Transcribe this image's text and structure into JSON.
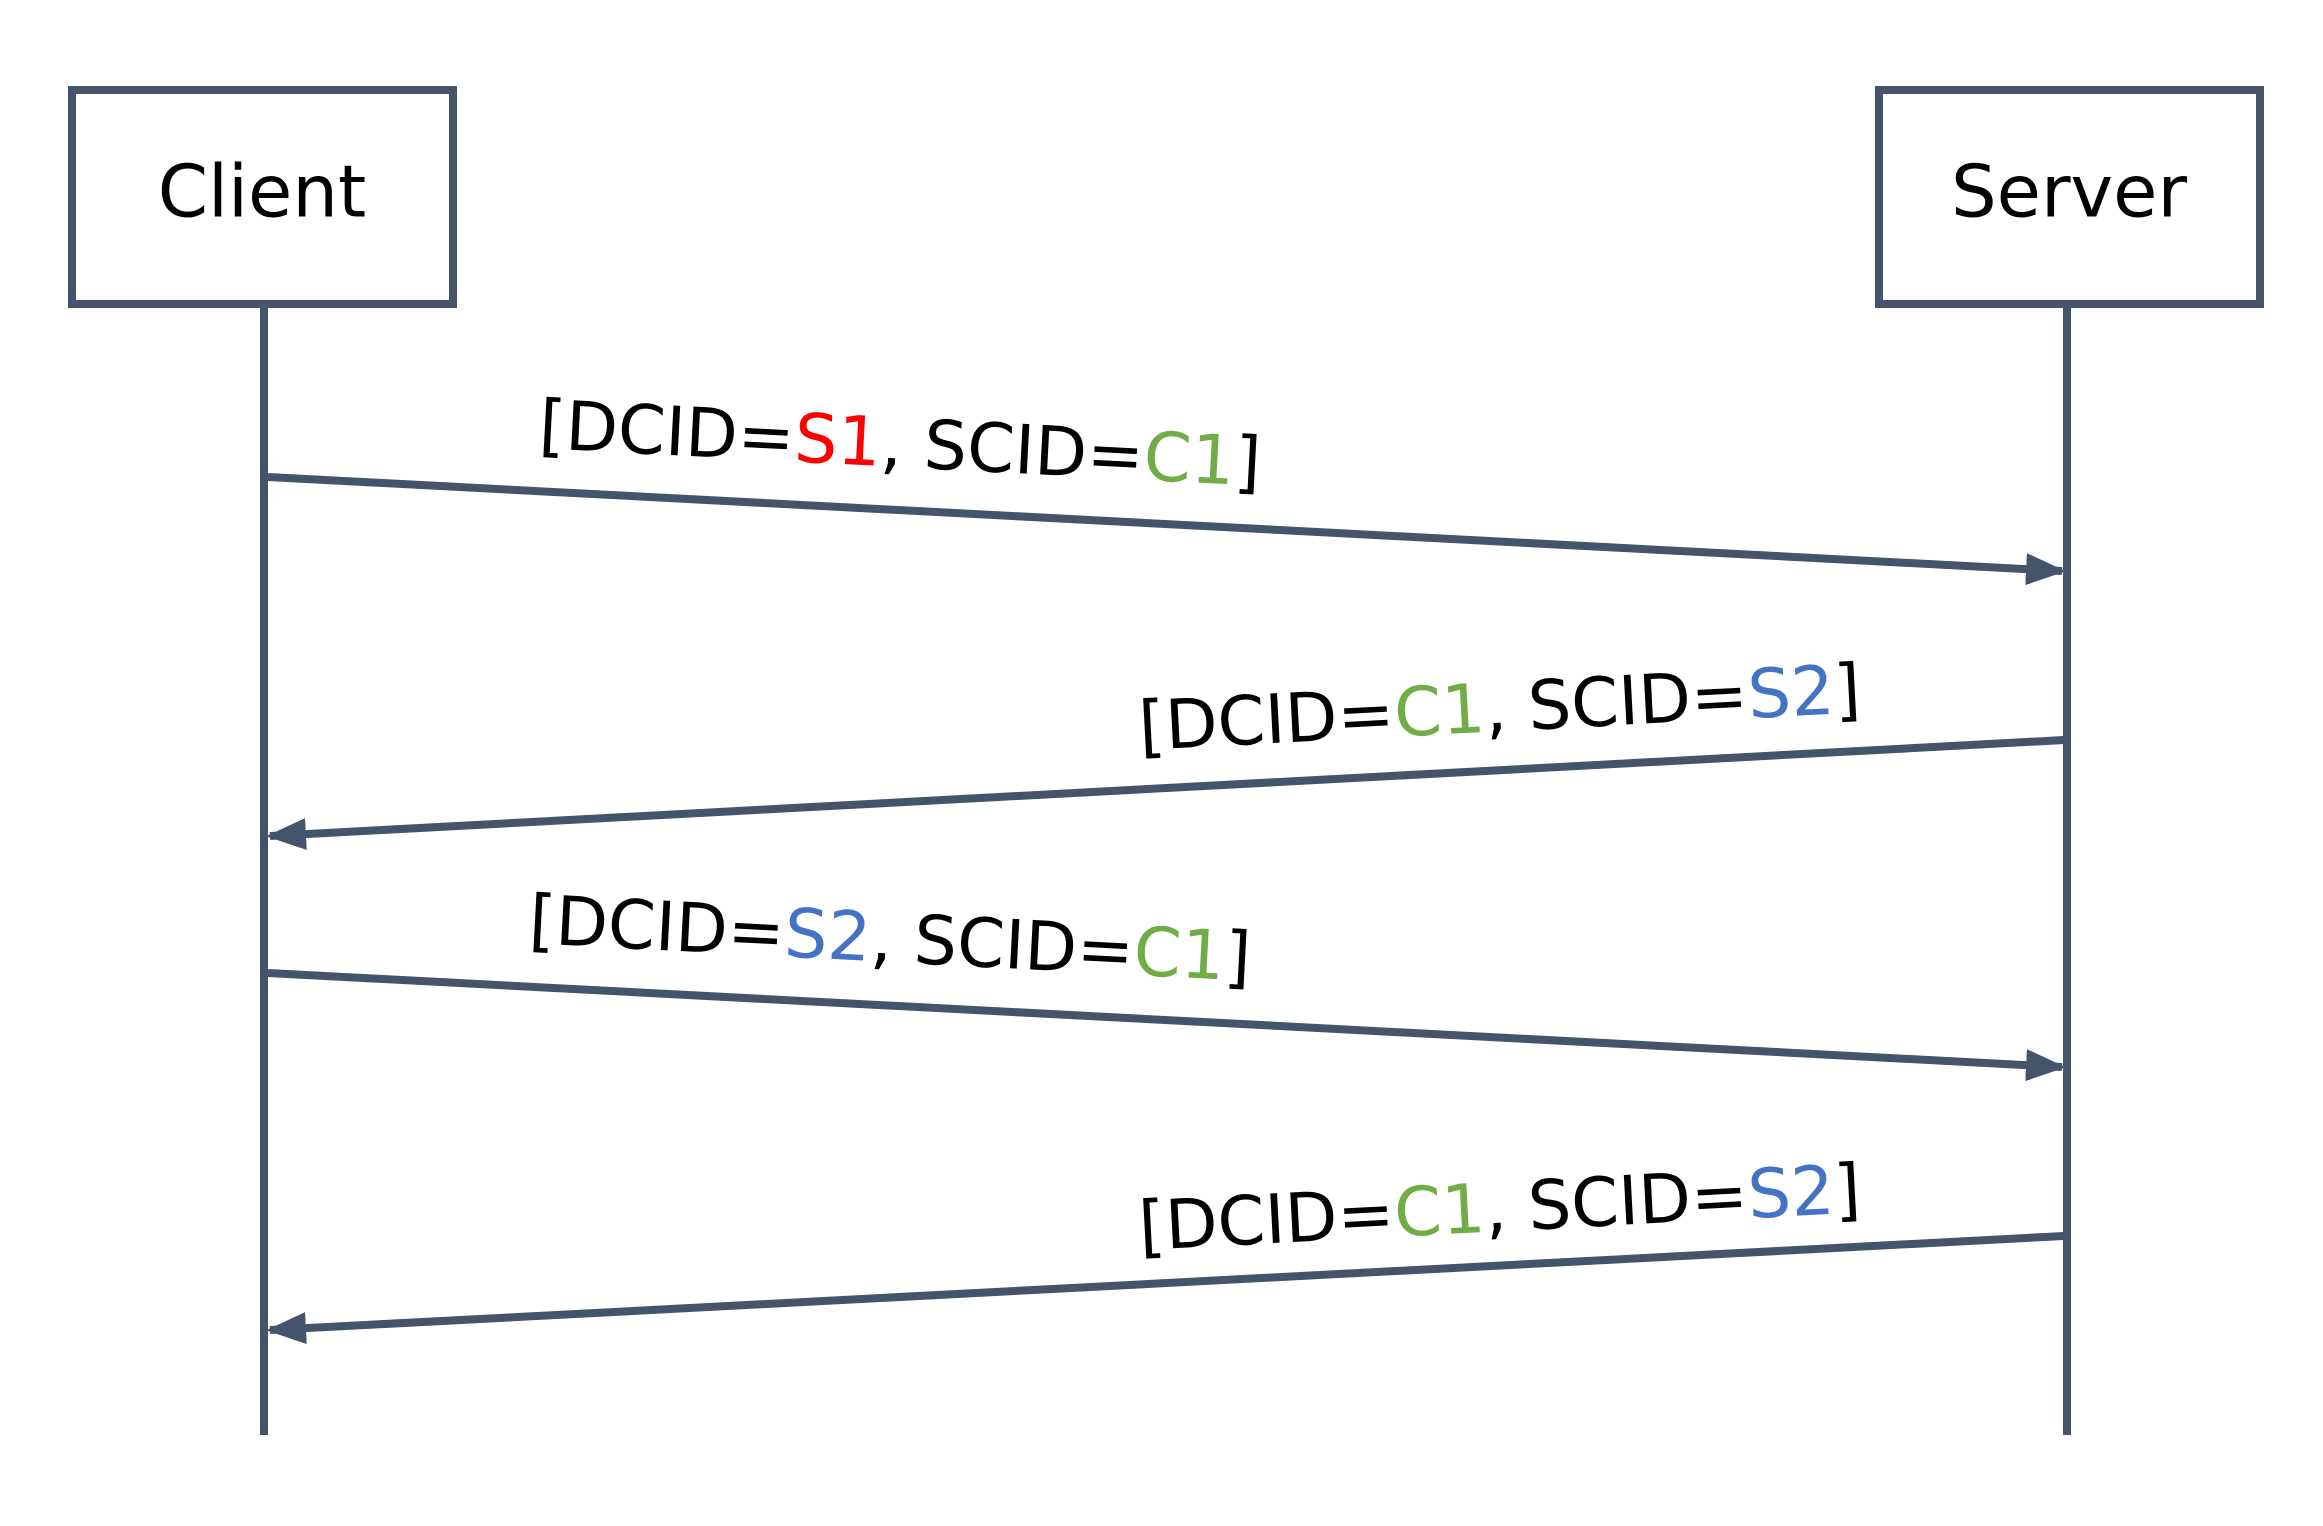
{
  "colors": {
    "line": "#44546a",
    "text": "#000000",
    "S1": "#ff0000",
    "C1": "#70ad47",
    "S2": "#4472c4"
  },
  "participants": {
    "client": {
      "label": "Client"
    },
    "server": {
      "label": "Server"
    }
  },
  "messages": [
    {
      "direction": "client-to-server",
      "parts": [
        {
          "text": "[DCID=",
          "color": "#000000"
        },
        {
          "text": "S1",
          "color": "#ff0000"
        },
        {
          "text": ", SCID=",
          "color": "#000000"
        },
        {
          "text": "C1",
          "color": "#70ad47"
        },
        {
          "text": "]",
          "color": "#000000"
        }
      ]
    },
    {
      "direction": "server-to-client",
      "parts": [
        {
          "text": "[DCID=",
          "color": "#000000"
        },
        {
          "text": "C1",
          "color": "#70ad47"
        },
        {
          "text": ", SCID=",
          "color": "#000000"
        },
        {
          "text": "S2",
          "color": "#4472c4"
        },
        {
          "text": "]",
          "color": "#000000"
        }
      ]
    },
    {
      "direction": "client-to-server",
      "parts": [
        {
          "text": "[DCID=",
          "color": "#000000"
        },
        {
          "text": "S2",
          "color": "#4472c4"
        },
        {
          "text": ", SCID=",
          "color": "#000000"
        },
        {
          "text": "C1",
          "color": "#70ad47"
        },
        {
          "text": "]",
          "color": "#000000"
        }
      ]
    },
    {
      "direction": "server-to-client",
      "parts": [
        {
          "text": "[DCID=",
          "color": "#000000"
        },
        {
          "text": "C1",
          "color": "#70ad47"
        },
        {
          "text": ", SCID=",
          "color": "#000000"
        },
        {
          "text": "S2",
          "color": "#4472c4"
        },
        {
          "text": "]",
          "color": "#000000"
        }
      ]
    }
  ]
}
